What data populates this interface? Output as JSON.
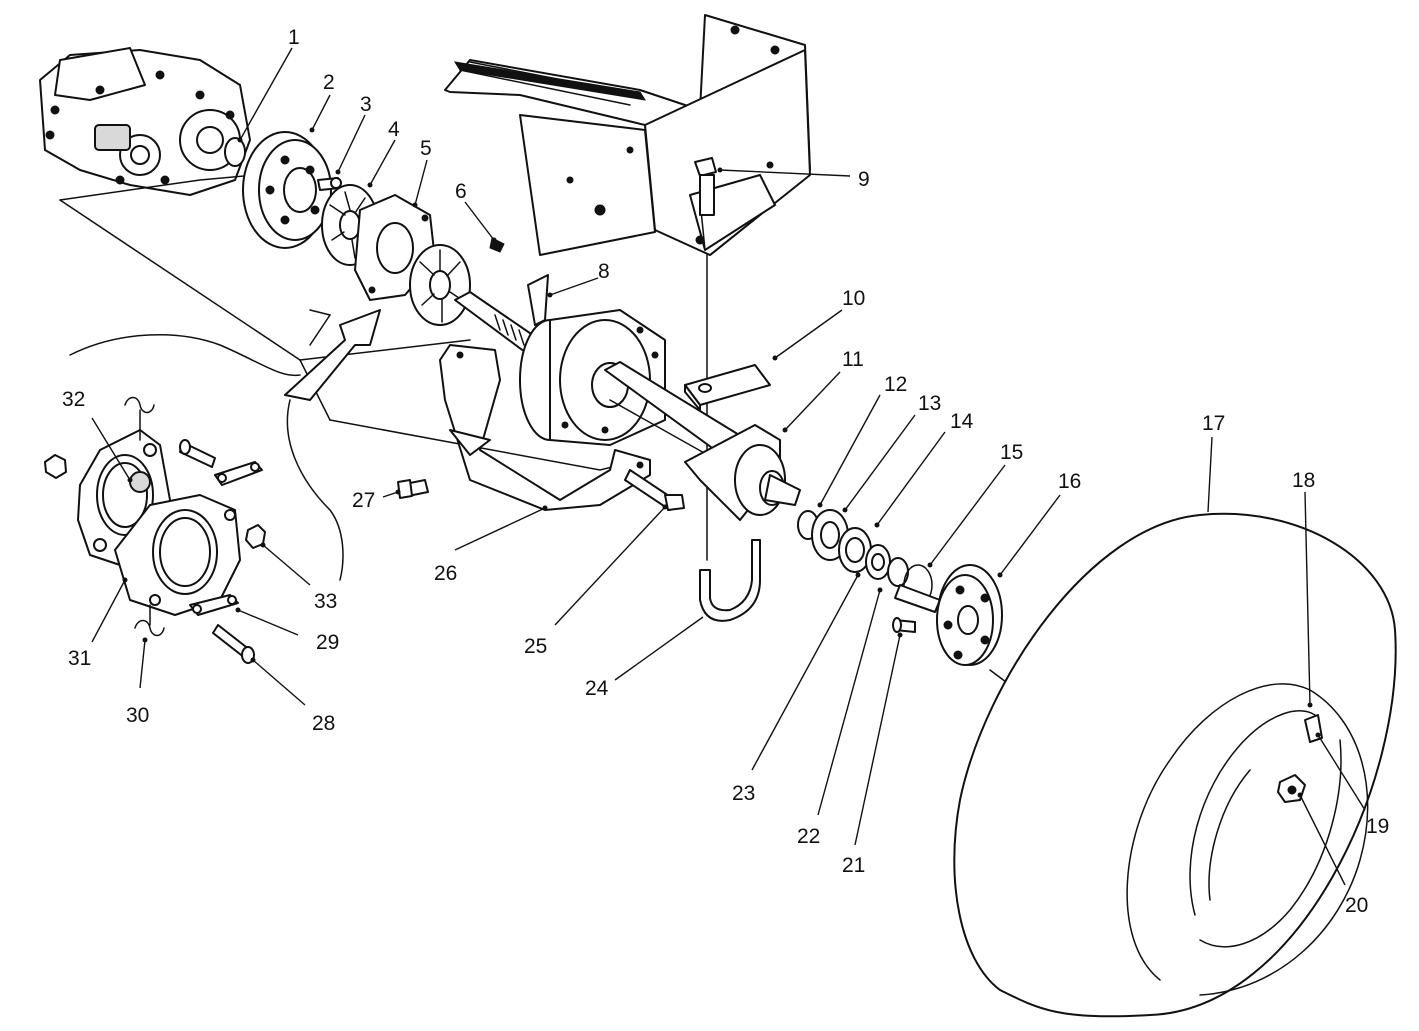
{
  "callouts": [
    {
      "n": "1"
    },
    {
      "n": "2"
    },
    {
      "n": "3"
    },
    {
      "n": "4"
    },
    {
      "n": "5"
    },
    {
      "n": "6"
    },
    {
      "n": "8"
    },
    {
      "n": "9"
    },
    {
      "n": "10"
    },
    {
      "n": "11"
    },
    {
      "n": "12"
    },
    {
      "n": "13"
    },
    {
      "n": "14"
    },
    {
      "n": "15"
    },
    {
      "n": "16"
    },
    {
      "n": "17"
    },
    {
      "n": "18"
    },
    {
      "n": "19"
    },
    {
      "n": "20"
    },
    {
      "n": "21"
    },
    {
      "n": "22"
    },
    {
      "n": "23"
    },
    {
      "n": "24"
    },
    {
      "n": "25"
    },
    {
      "n": "26"
    },
    {
      "n": "27"
    },
    {
      "n": "28"
    },
    {
      "n": "29"
    },
    {
      "n": "30"
    },
    {
      "n": "31"
    },
    {
      "n": "32"
    },
    {
      "n": "33"
    }
  ]
}
